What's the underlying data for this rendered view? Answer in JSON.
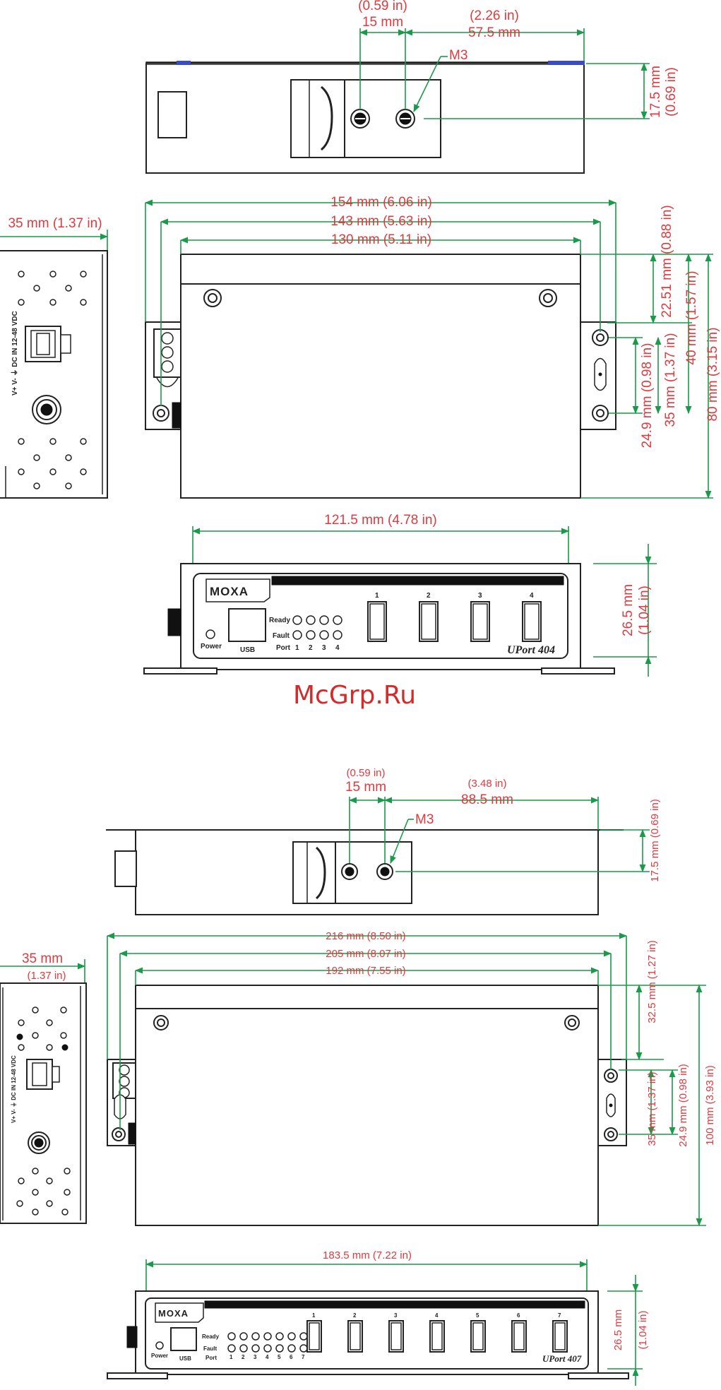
{
  "watermark": "McGrp.Ru",
  "colors": {
    "dimension_line": "#1a9a4a",
    "dimension_text": "#e0393e",
    "outline": "#222222"
  },
  "uport404": {
    "top": {
      "d_059": "(0.59 in)",
      "d_15": "15 mm",
      "d_226": "(2.26 in)",
      "d_575": "57.5 mm",
      "screw": "M3",
      "d_175": "17.5 mm",
      "d_069": "(0.69 in)"
    },
    "side": {
      "width": "35 mm (1.37 in)",
      "terminal_label": "V+  V-  ⏚  DC IN 12-48 VDC"
    },
    "plan": {
      "d_154": "154 mm (6.06 in)",
      "d_143": "143 mm (5.63 in)",
      "d_130": "130 mm (5.11 in)",
      "d_2251": "22.51 mm (0.88 in)",
      "d_40": "40 mm (1.57 in)",
      "d_80": "80 mm (3.15 in)",
      "d_35": "35 mm (1.37 in)",
      "d_249": "24.9 mm (0.98 in)"
    },
    "front": {
      "d_1215": "121.5 mm (4.78 in)",
      "d_265": "26.5 mm",
      "d_104": "(1.04 in)",
      "brand": "MOXA",
      "power": "Power",
      "usb": "USB",
      "ready": "Ready",
      "fault": "Fault",
      "port": "Port",
      "led_nums": [
        "1",
        "2",
        "3",
        "4"
      ],
      "port_nums": [
        "1",
        "2",
        "3",
        "4"
      ],
      "model": "UPort 404"
    }
  },
  "uport407": {
    "top": {
      "d_059": "(0.59 in)",
      "d_15": "15 mm",
      "d_348": "(3.48 in)",
      "d_885": "88.5 mm",
      "screw": "M3",
      "d_175": "17.5 mm (0.69 in)"
    },
    "side": {
      "d_35": "35 mm",
      "d_137": "(1.37 in)",
      "terminal_label": "V+  V-  ⏚  DC IN 12-48 VDC"
    },
    "plan": {
      "d_216": "216 mm (8.50 in)",
      "d_205": "205 mm (8.07 in)",
      "d_192": "192 mm (7.55 in)",
      "d_325": "32.5 mm (1.27 in)",
      "d_100": "100 mm (3.93 in)",
      "d_35": "35 mm (1.37 in)",
      "d_249": "24.9 mm (0.98 in)"
    },
    "front": {
      "d_1835": "183.5 mm (7.22 in)",
      "d_265": "26.5 mm",
      "d_104": "(1.04 in)",
      "brand": "MOXA",
      "power": "Power",
      "usb": "USB",
      "ready": "Ready",
      "fault": "Fault",
      "port": "Port",
      "led_nums": [
        "1",
        "2",
        "3",
        "4",
        "5",
        "6",
        "7"
      ],
      "port_nums": [
        "1",
        "2",
        "3",
        "4",
        "5",
        "6",
        "7"
      ],
      "model": "UPort 407"
    }
  }
}
